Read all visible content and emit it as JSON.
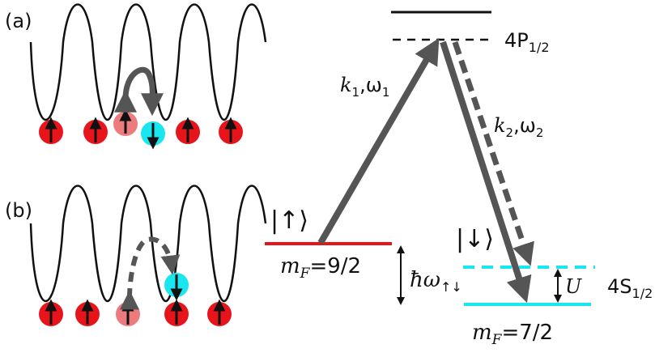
{
  "panels": {
    "a": {
      "label": "(a)"
    },
    "b": {
      "label": "(b)"
    }
  },
  "levels": {
    "excited_state": {
      "prefix": "4P",
      "sub": "1/2"
    },
    "ground_state": {
      "prefix": "4S",
      "sub": "1/2"
    },
    "up_ket": "|↑⟩",
    "down_ket": "|↓⟩",
    "up_mf_symbol": "m",
    "up_mf_sub": "F",
    "up_mf_value": "=9/2",
    "down_mf_symbol": "m",
    "down_mf_sub": "F",
    "down_mf_value": "=7/2",
    "splitting_label": "ħω",
    "splitting_sub": "↑↓",
    "interaction_label": "U"
  },
  "beams": {
    "beam1": {
      "k": "k",
      "k_sub": "1",
      "omega": ",ω",
      "omega_sub": "1"
    },
    "beam2": {
      "k": "k",
      "k_sub": "2",
      "omega": ",ω",
      "omega_sub": "2"
    }
  },
  "colors": {
    "spin_up": "#e8141b",
    "spin_up_faded": "#ec7b7d",
    "spin_down": "#19e6ee",
    "arrow_gray": "#555555",
    "potential": "#111111"
  }
}
